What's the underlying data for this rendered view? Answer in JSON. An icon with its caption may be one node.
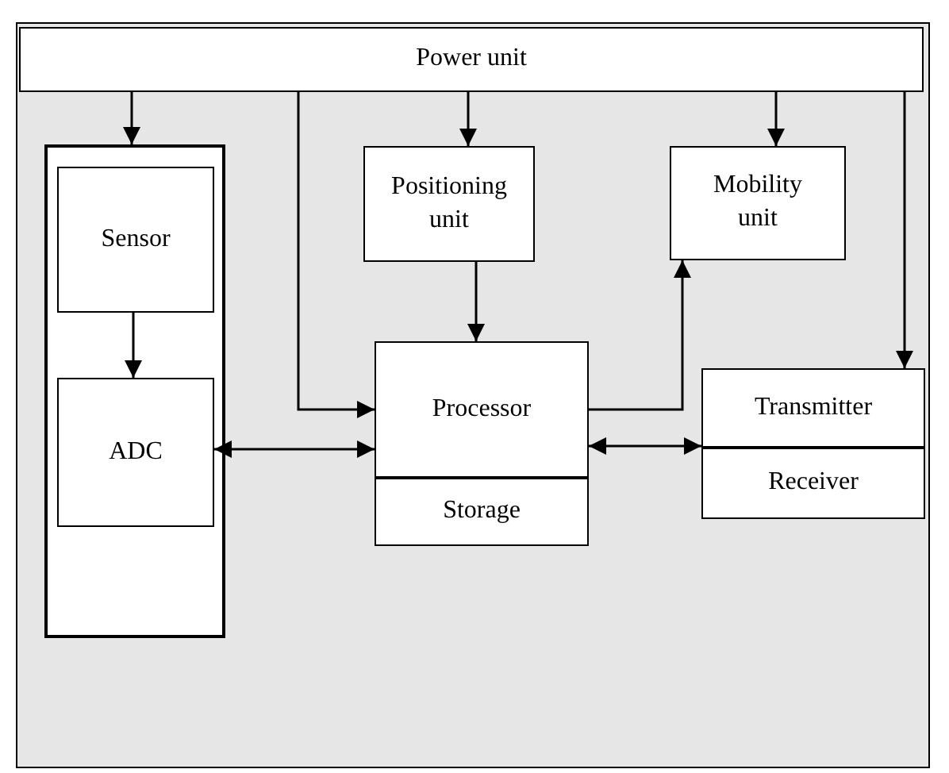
{
  "diagram": {
    "nodes": [
      {
        "text": [
          "Power unit"
        ]
      },
      {
        "text": [],
        "shape": "box"
      },
      {
        "text": [
          "Sensor"
        ],
        "in": 1
      },
      {
        "text": [
          "ADC"
        ],
        "in": 1
      },
      {
        "text": [
          "Positioning unit"
        ]
      },
      {
        "text": [
          "Mobility unit"
        ]
      },
      {
        "text": [
          "Processor"
        ]
      },
      {
        "text": [
          "Storage"
        ]
      },
      {
        "text": [
          "Transmitter"
        ]
      },
      {
        "text": [
          "Receiver"
        ]
      }
    ],
    "edges": [
      {
        "from": 0,
        "to": 1,
        "arrow": "to"
      },
      {
        "from": 0,
        "to": 6,
        "arrow": "to"
      },
      {
        "from": 0,
        "to": 4,
        "arrow": "to"
      },
      {
        "from": 0,
        "to": 5,
        "arrow": "to"
      },
      {
        "from": 0,
        "to": 8,
        "arrow": "to"
      },
      {
        "from": 2,
        "to": 3,
        "arrow": "to"
      },
      {
        "from": 4,
        "to": 6,
        "arrow": "to"
      },
      {
        "from": 6,
        "to": 5,
        "arrow": "to"
      },
      {
        "from": 3,
        "to": 6,
        "arrow": "both"
      },
      {
        "from": 6,
        "to": 8,
        "arrow": "both"
      }
    ]
  }
}
